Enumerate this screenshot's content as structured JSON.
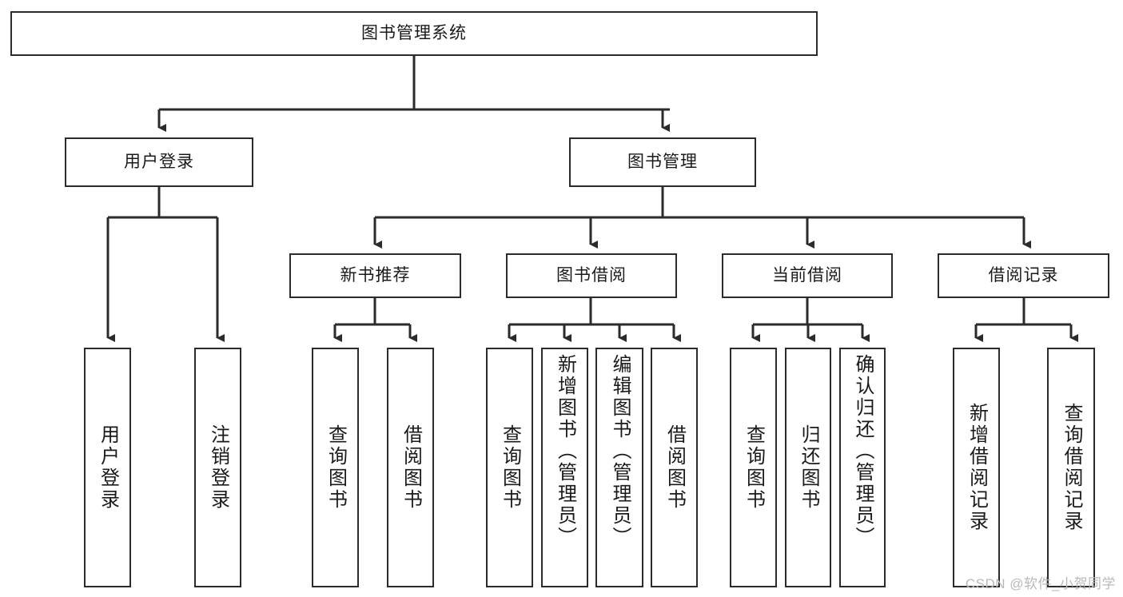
{
  "diagram": {
    "type": "tree-hierarchy",
    "title": "图书管理系统",
    "root": {
      "id": "root",
      "label": "图书管理系统"
    },
    "level2": [
      {
        "id": "user-login",
        "label": "用户登录"
      },
      {
        "id": "book-manage",
        "label": "图书管理"
      }
    ],
    "level3": [
      {
        "id": "new-book-rec",
        "label": "新书推荐"
      },
      {
        "id": "book-borrow",
        "label": "图书借阅"
      },
      {
        "id": "current-borrow",
        "label": "当前借阅"
      },
      {
        "id": "borrow-record",
        "label": "借阅记录"
      }
    ],
    "leaves": {
      "user_login": [
        {
          "id": "leaf-user-login",
          "label": "用户登录"
        },
        {
          "id": "leaf-logout-login",
          "label": "注销登录"
        }
      ],
      "new_book_rec": [
        {
          "id": "leaf-query-book-1",
          "label": "查询图书"
        },
        {
          "id": "leaf-borrow-book-1",
          "label": "借阅图书"
        }
      ],
      "book_borrow": [
        {
          "id": "leaf-query-book-2",
          "label": "查询图书"
        },
        {
          "id": "leaf-add-book",
          "label": "新增图书（管理员）"
        },
        {
          "id": "leaf-edit-book",
          "label": "编辑图书（管理员）"
        },
        {
          "id": "leaf-borrow-book-2",
          "label": "借阅图书"
        }
      ],
      "current_borrow": [
        {
          "id": "leaf-query-book-3",
          "label": "查询图书"
        },
        {
          "id": "leaf-return-book",
          "label": "归还图书"
        },
        {
          "id": "leaf-confirm-return",
          "label": "确认归还（管理员）"
        }
      ],
      "borrow_record": [
        {
          "id": "leaf-add-record",
          "label": "新增借阅记录"
        },
        {
          "id": "leaf-query-record",
          "label": "查询借阅记录"
        }
      ]
    }
  },
  "watermark": {
    "text": "CSDN @软件_小贺同学"
  },
  "colors": {
    "border": "#2b2b2b",
    "background": "#ffffff",
    "text": "#1a1a1a",
    "watermark": "#b9b9b9"
  }
}
